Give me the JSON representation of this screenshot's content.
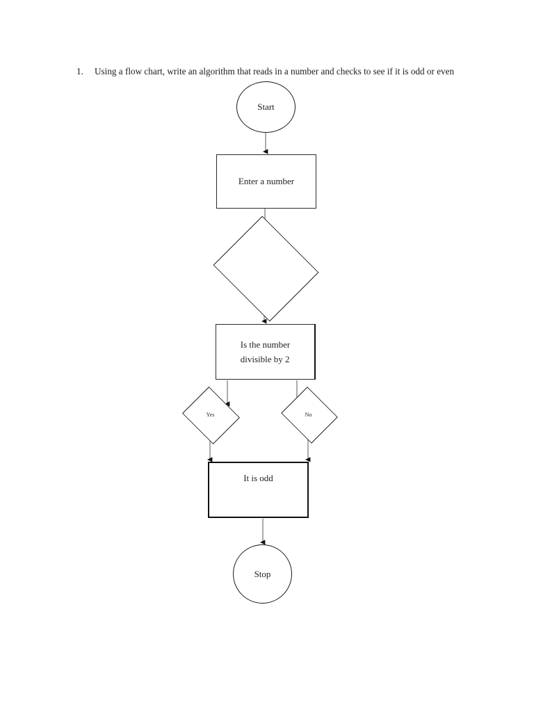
{
  "document": {
    "background_color": "#ffffff",
    "text_color": "#1c1c1c"
  },
  "question": {
    "number": "1.",
    "text": "Using a flow chart, write an algorithm that reads in a number and checks to see if it is odd or even"
  },
  "flowchart": {
    "title": "Odd or even number flowchart",
    "stroke_color": "#1b1b1b",
    "connector_color": "#8a8a8a",
    "arrowhead_color": "#111111",
    "nodes": {
      "start": {
        "label": "Start",
        "shape": "circle"
      },
      "enter_number": {
        "label": "Enter a number",
        "shape": "rectangle"
      },
      "empty_decision": {
        "label": "",
        "shape": "diamond"
      },
      "divisible_check": {
        "label": "Is the number\ndivisible by 2",
        "shape": "rectangle"
      },
      "branch_yes": {
        "label": "Yes",
        "shape": "diamond"
      },
      "branch_no": {
        "label": "No",
        "shape": "diamond"
      },
      "it_is_odd": {
        "label": "It is odd",
        "shape": "rectangle"
      },
      "stop": {
        "label": "Stop",
        "shape": "circle"
      }
    },
    "edges": [
      {
        "from": "start",
        "to": "enter_number",
        "label": ""
      },
      {
        "from": "enter_number",
        "to": "empty_decision",
        "label": ""
      },
      {
        "from": "empty_decision",
        "to": "divisible_check",
        "label": ""
      },
      {
        "from": "divisible_check",
        "to": "branch_yes",
        "label": ""
      },
      {
        "from": "divisible_check",
        "to": "branch_no",
        "label": ""
      },
      {
        "from": "branch_yes",
        "to": "it_is_odd",
        "label": ""
      },
      {
        "from": "branch_no",
        "to": "it_is_odd",
        "label": ""
      },
      {
        "from": "it_is_odd",
        "to": "stop",
        "label": ""
      }
    ]
  }
}
